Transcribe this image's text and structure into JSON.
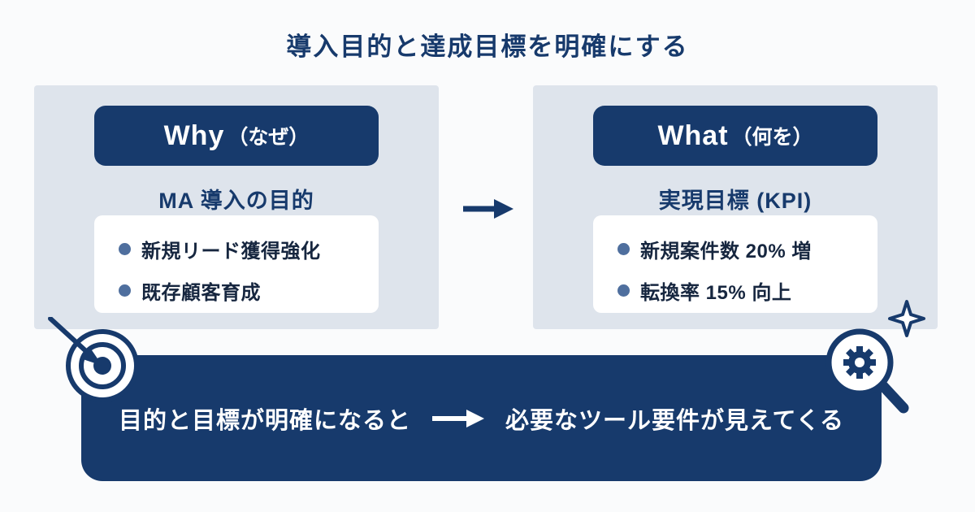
{
  "page": {
    "title": "導入目的と達成目標を明確にする"
  },
  "colors": {
    "navy": "#173a6c",
    "panel_bg": "#dee4ec",
    "card_bg": "#ffffff",
    "bullet_dot": "#4f6f9e",
    "text_dark": "#16263f",
    "page_bg": "#fafbfc"
  },
  "panels": {
    "why": {
      "header_latin": "Why",
      "header_kana": "（なぜ）",
      "subtitle": "MA 導入の目的",
      "bullets": [
        "新規リード獲得強化",
        "既存顧客育成"
      ]
    },
    "what": {
      "header_latin": "What",
      "header_kana": "（何を）",
      "subtitle": "実現目標 (KPI)",
      "bullets": [
        "新規案件数 20% 増",
        "転換率 15% 向上"
      ]
    }
  },
  "banner": {
    "left_text": "目的と目標が明確になると",
    "right_text": "必要なツール要件が見えてくる"
  },
  "icons": {
    "between_panels": "arrow-right-icon",
    "banner_middle": "arrow-right-icon",
    "bottom_left": "target-icon",
    "bottom_right": "magnifier-gear-icon",
    "top_of_magnifier": "sparkle-icon"
  }
}
